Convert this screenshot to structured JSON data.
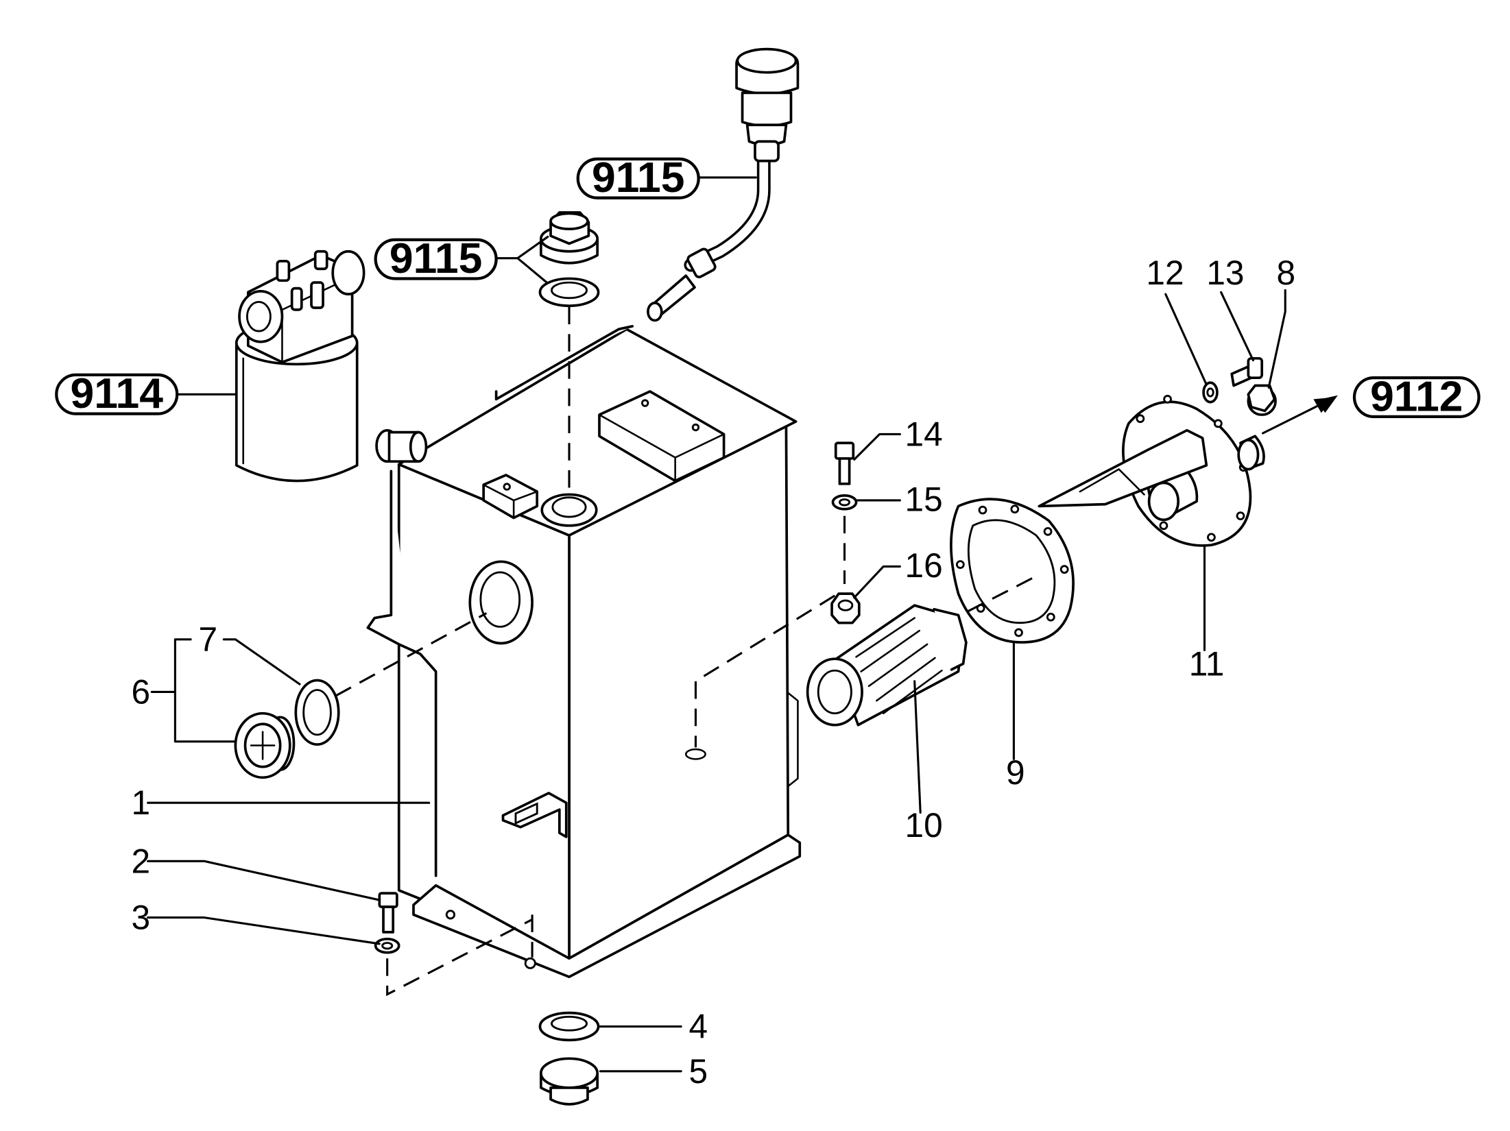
{
  "callouts": {
    "ref_9115_top": "9115",
    "ref_9115_mid": "9115",
    "ref_9114": "9114",
    "ref_9112": "9112",
    "p1": "1",
    "p2": "2",
    "p3": "3",
    "p4": "4",
    "p5": "5",
    "p6": "6",
    "p7": "7",
    "p8": "8",
    "p9": "9",
    "p10": "10",
    "p11": "11",
    "p12": "12",
    "p13": "13",
    "p14": "14",
    "p15": "15",
    "p16": "16"
  },
  "colors": {
    "ink": "#000000",
    "paper": "#ffffff"
  }
}
